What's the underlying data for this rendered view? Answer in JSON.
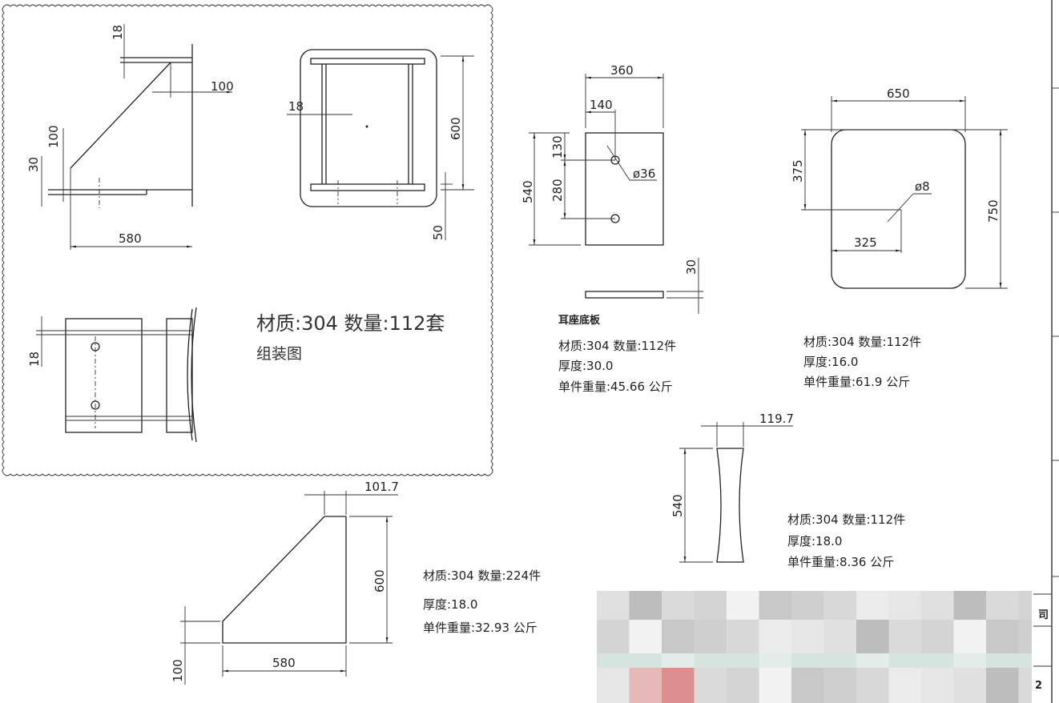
{
  "assembly": {
    "dims": {
      "top_thk": "18",
      "offset": "100",
      "edge": "100",
      "base_thk": "30",
      "width": "580",
      "plan_thk": "18",
      "plan_len": "600",
      "plan_edge": "50",
      "bottom_thk": "18"
    },
    "note_line1": "材质:304   数量:112套",
    "note_line2": "组装图"
  },
  "base_plate": {
    "dims": {
      "width": "360",
      "hole_x": "140",
      "hole_y": "130",
      "hole_spacing": "280",
      "height": "540",
      "hole_dia": "ø36",
      "thickness": "30"
    },
    "title": "耳座底板",
    "material": "材质:304   数量:112件",
    "thickness": "厚度:30.0",
    "weight": "单件重量:45.66 公斤"
  },
  "square_plate": {
    "dims": {
      "width": "650",
      "height": "750",
      "center_y": "375",
      "center_x": "325",
      "hole_dia": "ø8"
    },
    "material": "材质:304   数量:112件",
    "thickness": "厚度:16.0",
    "weight": "单件重量:61.9 公斤"
  },
  "curved_plate": {
    "dims": {
      "width": "119.7",
      "height": "540"
    },
    "material": "材质:304   数量:112件",
    "thickness": "厚度:18.0",
    "weight": "单件重量:8.36 公斤"
  },
  "gusset": {
    "dims": {
      "top": "101.7",
      "height": "600",
      "width": "580",
      "edge": "100"
    },
    "material": "材质:304   数量:224件",
    "thickness": "厚度:18.0",
    "weight": "单件重量:32.93 公斤"
  },
  "title_block": {
    "company_fragment": "司",
    "number_fragment": "2"
  }
}
